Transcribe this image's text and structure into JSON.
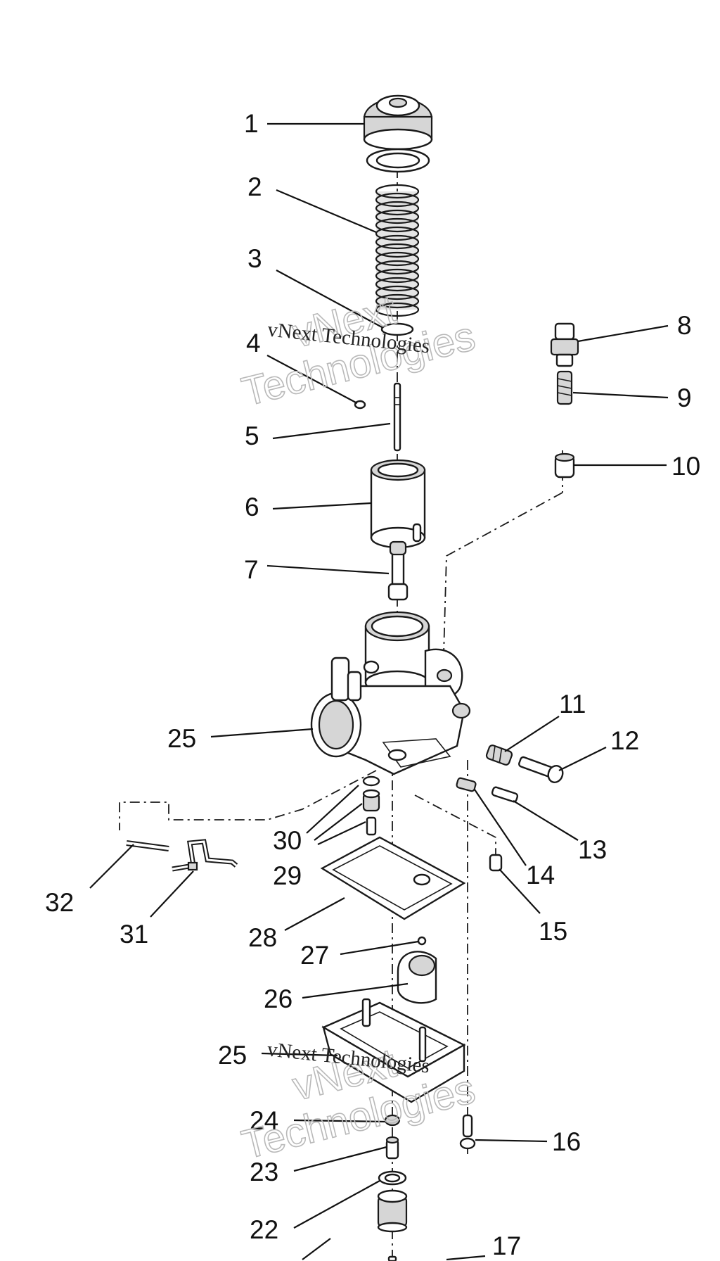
{
  "diagram": {
    "callouts": [
      {
        "id": "1",
        "label": "1"
      },
      {
        "id": "2",
        "label": "2"
      },
      {
        "id": "3",
        "label": "3"
      },
      {
        "id": "4",
        "label": "4"
      },
      {
        "id": "5",
        "label": "5"
      },
      {
        "id": "6",
        "label": "6"
      },
      {
        "id": "7",
        "label": "7"
      },
      {
        "id": "8",
        "label": "8"
      },
      {
        "id": "9",
        "label": "9"
      },
      {
        "id": "10",
        "label": "10"
      },
      {
        "id": "11",
        "label": "11"
      },
      {
        "id": "12",
        "label": "12"
      },
      {
        "id": "13",
        "label": "13"
      },
      {
        "id": "14",
        "label": "14"
      },
      {
        "id": "15",
        "label": "15"
      },
      {
        "id": "16",
        "label": "16"
      },
      {
        "id": "17",
        "label": "17"
      },
      {
        "id": "22",
        "label": "22"
      },
      {
        "id": "23",
        "label": "23"
      },
      {
        "id": "24",
        "label": "24"
      },
      {
        "id": "25a",
        "label": "25"
      },
      {
        "id": "25b",
        "label": "25"
      },
      {
        "id": "26",
        "label": "26"
      },
      {
        "id": "27",
        "label": "27"
      },
      {
        "id": "28",
        "label": "28"
      },
      {
        "id": "29",
        "label": "29"
      },
      {
        "id": "30",
        "label": "30"
      },
      {
        "id": "31",
        "label": "31"
      },
      {
        "id": "32",
        "label": "32"
      }
    ]
  },
  "watermark": {
    "outline_line1": "vNext",
    "outline_line2": "Technologies",
    "serif_text": "vNext Technologies"
  }
}
